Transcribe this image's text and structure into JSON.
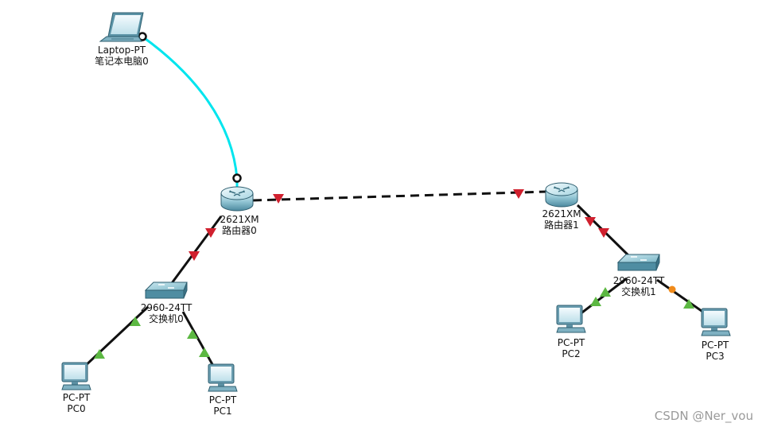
{
  "devices": {
    "laptop": {
      "model": "Laptop-PT",
      "name": "笔记本电脑0"
    },
    "router0": {
      "model": "2621XM",
      "name": "路由器0"
    },
    "router1": {
      "model": "2621XM",
      "name": "路由器1"
    },
    "switch0": {
      "model": "2960-24TT",
      "name": "交换机0"
    },
    "switch1": {
      "model": "2960-24TT",
      "name": "交换机1"
    },
    "pc0": {
      "model": "PC-PT",
      "name": "PC0"
    },
    "pc1": {
      "model": "PC-PT",
      "name": "PC1"
    },
    "pc2": {
      "model": "PC-PT",
      "name": "PC2"
    },
    "pc3": {
      "model": "PC-PT",
      "name": "PC3"
    }
  },
  "links": [
    {
      "from": "laptop",
      "to": "router0",
      "cable": "console",
      "color": "#00e5ee"
    },
    {
      "from": "router0",
      "to": "router1",
      "cable": "serial",
      "color": "#111111"
    },
    {
      "from": "router0",
      "to": "switch0",
      "cable": "straight-through",
      "color": "#111111"
    },
    {
      "from": "router1",
      "to": "switch1",
      "cable": "straight-through",
      "color": "#111111"
    },
    {
      "from": "switch0",
      "to": "pc0",
      "cable": "straight-through",
      "color": "#111111"
    },
    {
      "from": "switch0",
      "to": "pc1",
      "cable": "straight-through",
      "color": "#111111"
    },
    {
      "from": "switch1",
      "to": "pc2",
      "cable": "straight-through",
      "color": "#111111"
    },
    {
      "from": "switch1",
      "to": "pc3",
      "cable": "straight-through",
      "color": "#111111"
    }
  ],
  "status_colors": {
    "down": "#d0202e",
    "up": "#5cb842",
    "blocking": "#f08a1a"
  },
  "watermark": "CSDN @Ner_vou"
}
